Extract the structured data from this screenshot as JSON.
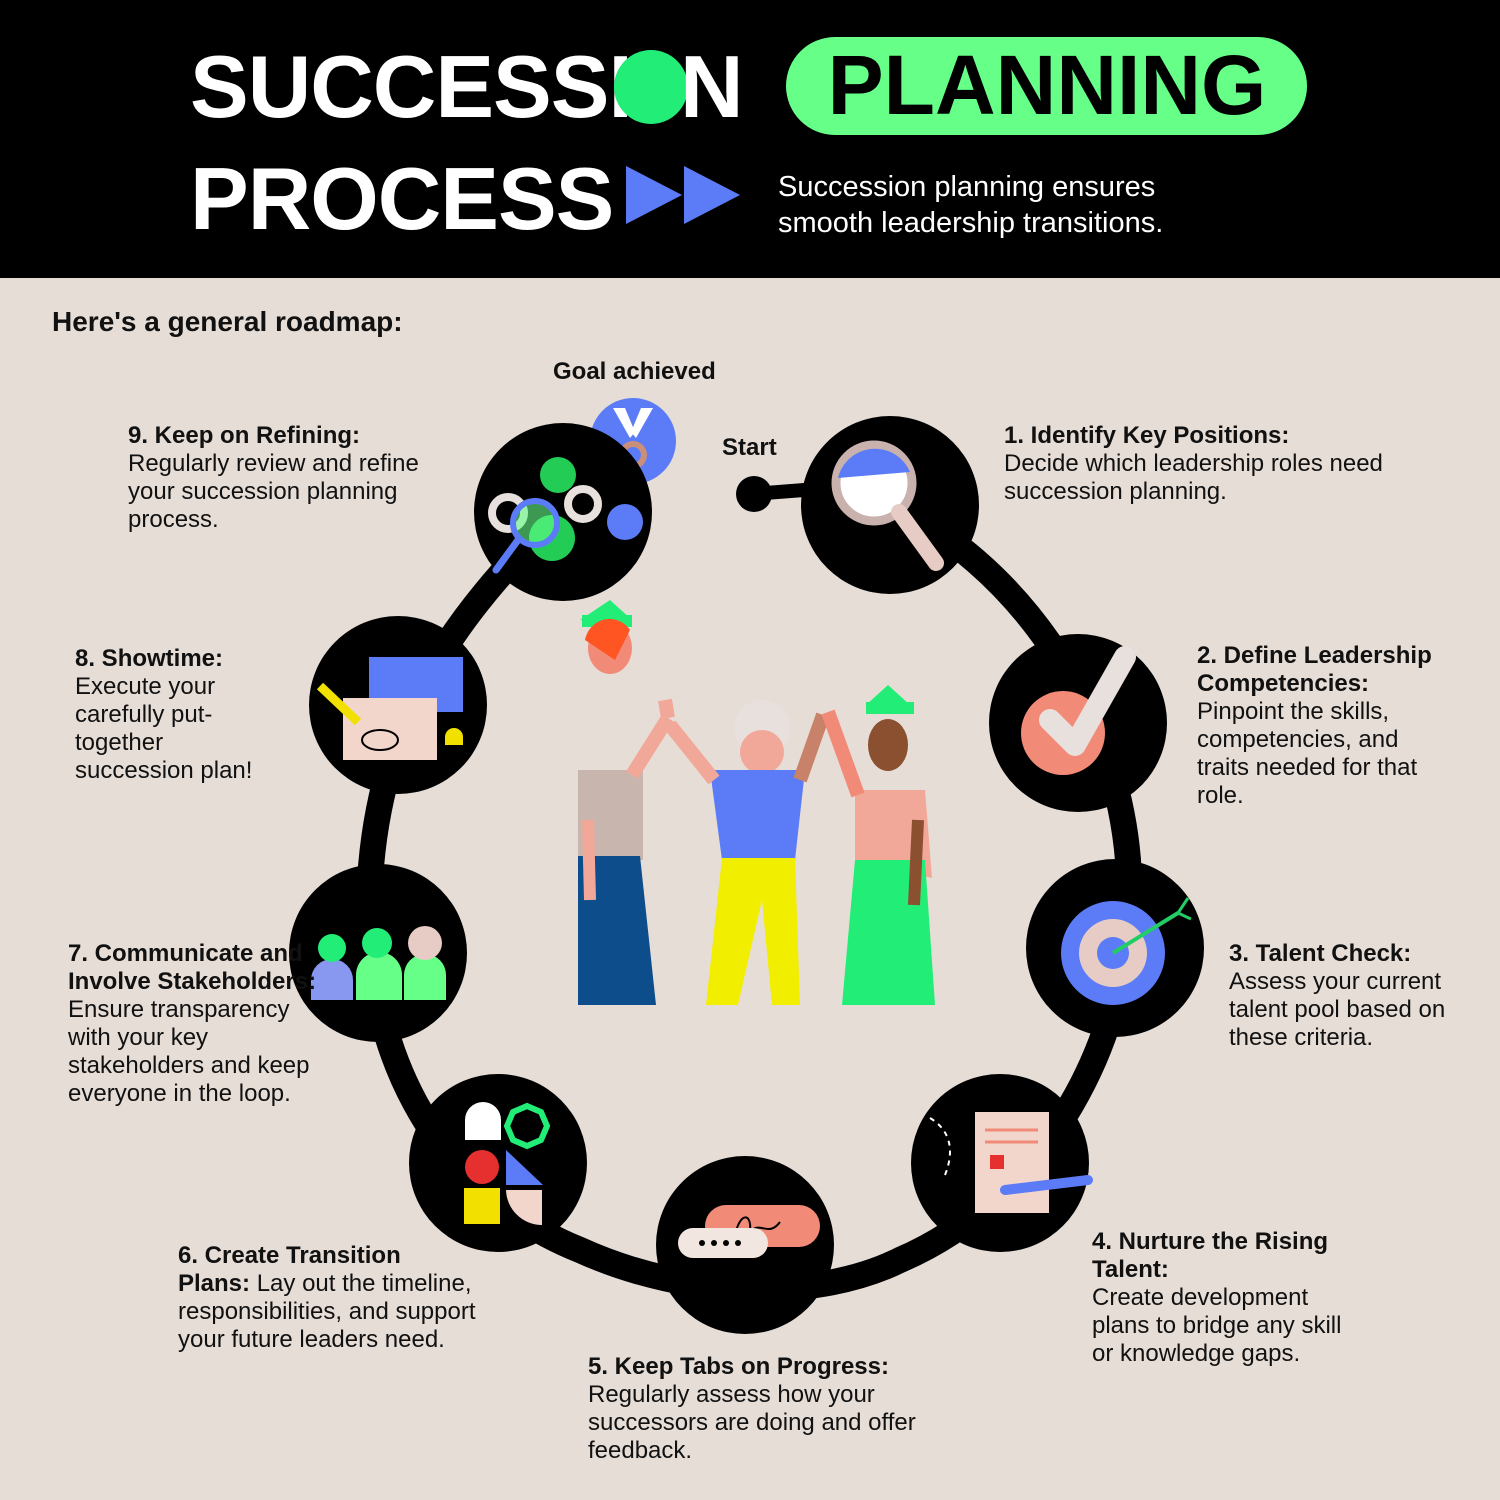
{
  "header": {
    "title_line1_a": "SUCCESSI",
    "title_line1_b": "N",
    "title_line1_highlight": "PLANNING",
    "title_line2": "PROCESS",
    "subtitle": "Succession planning ensures smooth leadership transitions.",
    "colors": {
      "background": "#000000",
      "accent_green": "#66ff88",
      "accent_blue": "#5b7cf6"
    }
  },
  "intro": "Here's a general roadmap:",
  "markers": {
    "goal": "Goal achieved",
    "start": "Start"
  },
  "steps": [
    {
      "title": "1. Identify Key Positions:",
      "body": "Decide which leadership roles need succession planning.",
      "icon": "magnifier-icon"
    },
    {
      "title": "2. Define Leadership Competencies:",
      "body": "Pinpoint the skills, competencies, and traits needed for that role.",
      "icon": "checkmark-icon"
    },
    {
      "title": "3. Talent Check:",
      "body": "Assess your current talent pool based on these criteria.",
      "icon": "target-icon"
    },
    {
      "title": "4. Nurture the Rising Talent:",
      "body": "Create development plans to bridge any skill or knowledge gaps.",
      "icon": "document-pen-icon"
    },
    {
      "title": "5. Keep Tabs on Progress:",
      "body": "Regularly assess how your successors are doing and offer feedback.",
      "icon": "chat-bubbles-icon"
    },
    {
      "title": "6. Create Transition Plans:",
      "body": "Lay out the timeline, responsibilities, and support your future leaders need.",
      "icon": "shapes-puzzle-icon"
    },
    {
      "title": "7. Communicate and Involve Stakeholders:",
      "body": "Ensure transparency with your key stakeholders and keep everyone in the loop.",
      "icon": "people-group-icon"
    },
    {
      "title": "8. Showtime:",
      "body": "Execute your carefully put-together succession plan!",
      "icon": "plan-board-icon"
    },
    {
      "title": "9. Keep on Refining:",
      "body": "Regularly review and refine your succession planning process.",
      "icon": "gears-magnifier-icon"
    }
  ]
}
